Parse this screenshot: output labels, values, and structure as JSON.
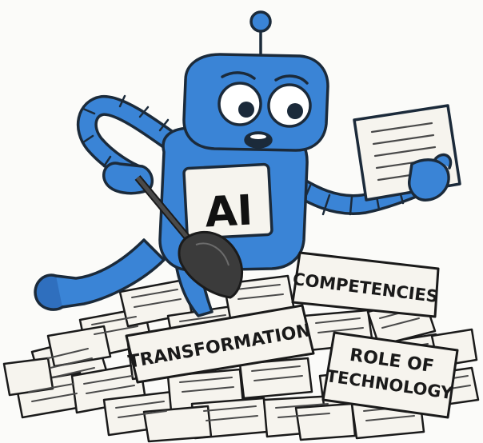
{
  "robot": {
    "chest_text": "AI",
    "body_color": "#3a84d6",
    "outline_color": "#1b2a3a"
  },
  "signs": {
    "competencies": "COMPETENCIES",
    "transformation": "TRANSFORMATION",
    "role_line1": "ROLE OF",
    "role_line2": "TECHNOLOGY"
  },
  "colors": {
    "paper": "#f6f4ee",
    "background": "#fbfbf9",
    "ink": "#1a1a1a",
    "shovel": "#3b3b3b"
  }
}
